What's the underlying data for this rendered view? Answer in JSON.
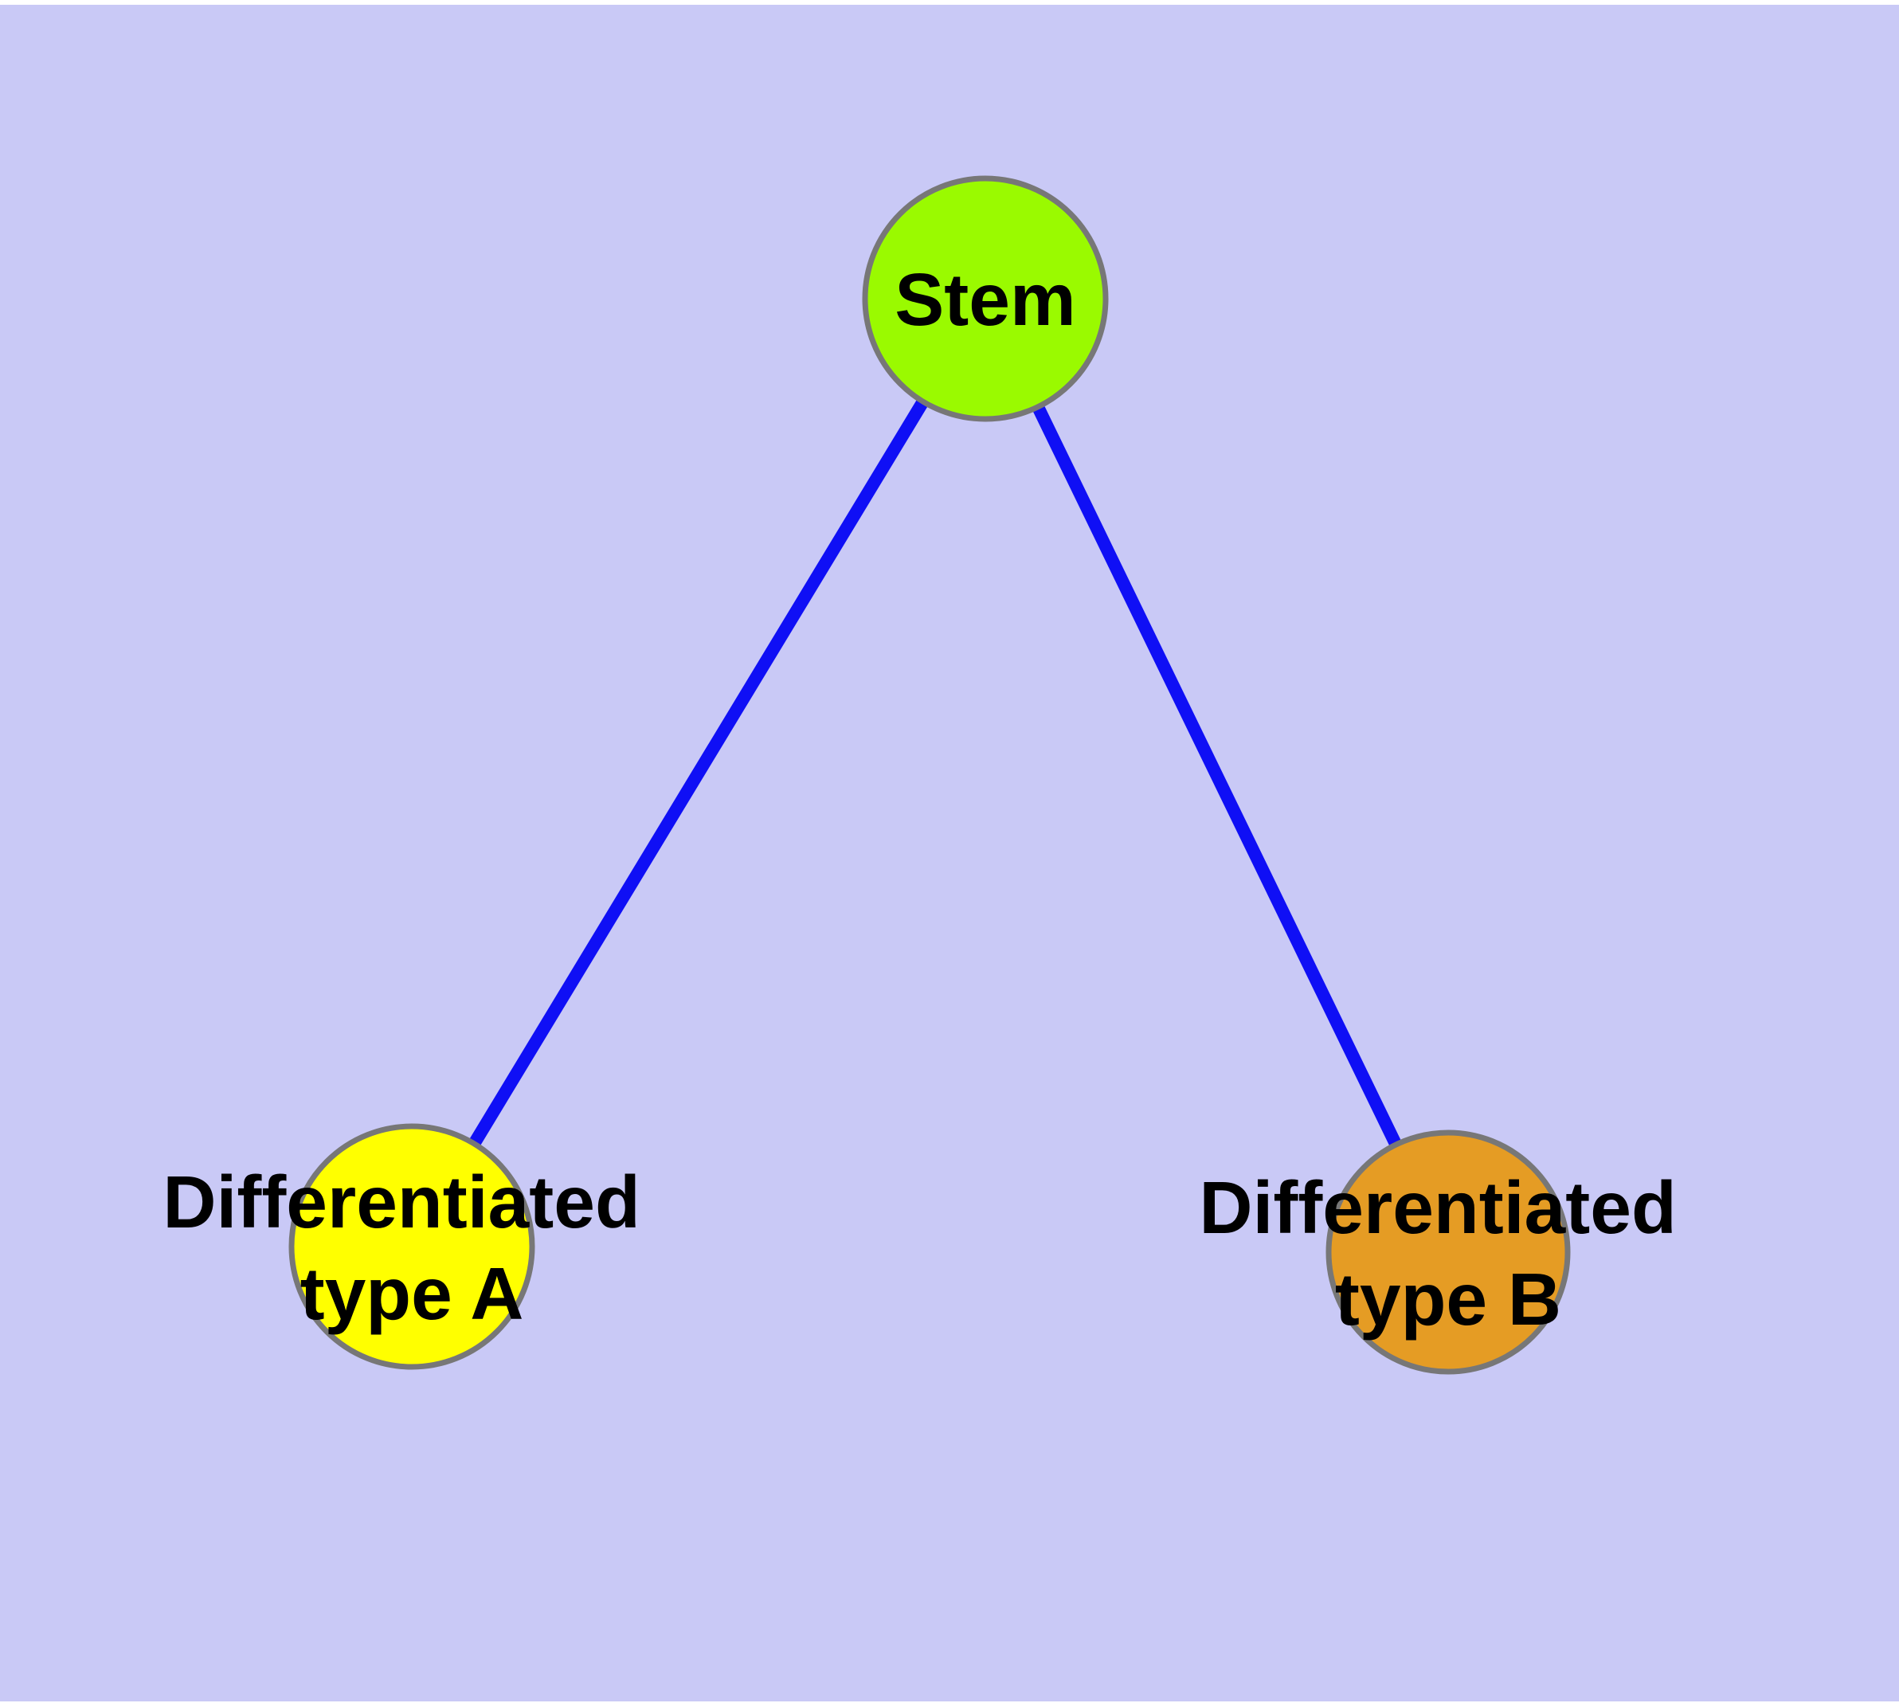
{
  "diagram": {
    "background_color": "#C9C9F6",
    "edge_color": "#0F0FF5",
    "node_border_color": "#777777",
    "text_color": "#000000",
    "nodes": {
      "stem": {
        "label": "Stem",
        "color": "#9AFA00"
      },
      "type_a": {
        "label": "Differentiated type A",
        "line1": "Differentiated",
        "line2": "type A",
        "color": "#FFFF00"
      },
      "type_b": {
        "label": "Differentiated type B",
        "line1": "Differentiated",
        "line2": "type B",
        "color": "#E59C24"
      }
    },
    "edges": [
      {
        "from": "Stem",
        "to": "Differentiated type A"
      },
      {
        "from": "Stem",
        "to": "Differentiated type B"
      }
    ]
  }
}
